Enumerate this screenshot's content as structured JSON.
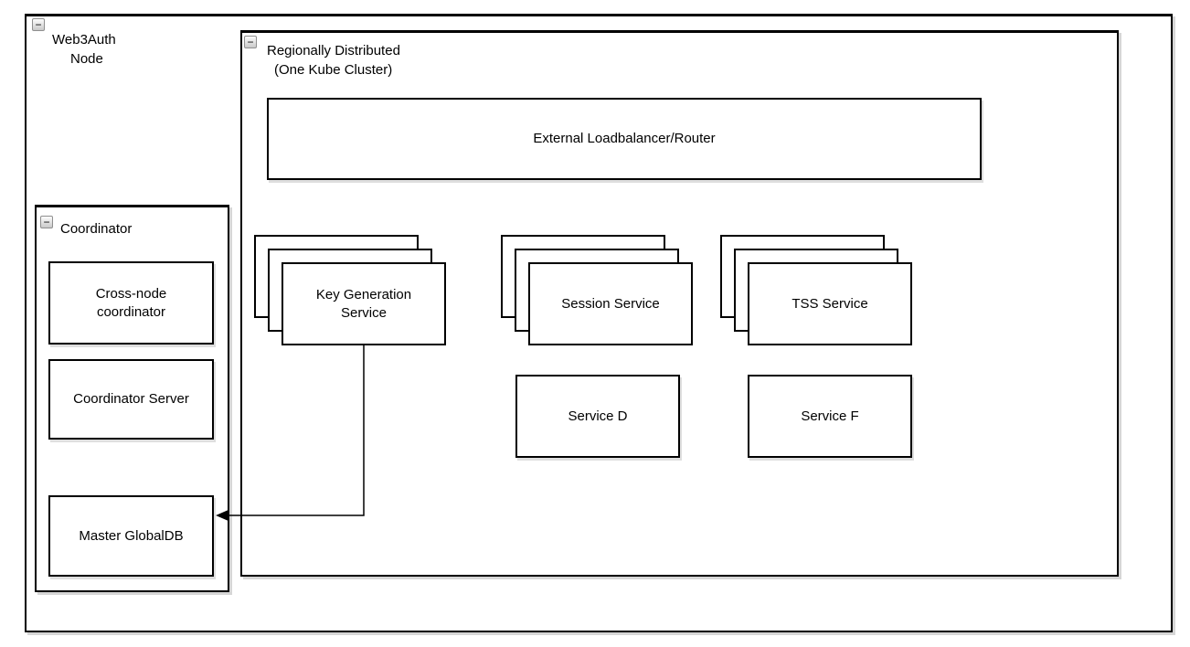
{
  "canvas": {
    "background": "#ffffff",
    "stroke_color": "#000000",
    "shadow_color": "#d9d9d9"
  },
  "icons": {
    "collapse_glyph": "−"
  },
  "web3auth_container": {
    "title_lines": [
      "Web3Auth",
      "Node"
    ]
  },
  "cluster_container": {
    "title_lines": [
      "Regionally Distributed",
      "(One Kube Cluster)"
    ]
  },
  "loadbalancer": {
    "label": "External Loadbalancer/Router"
  },
  "stacks": {
    "keygen": {
      "lines": [
        "Key Generation",
        "Service"
      ],
      "replicas": 3
    },
    "session": {
      "label": "Session Service",
      "replicas": 3
    },
    "tss": {
      "label": "TSS Service",
      "replicas": 3
    }
  },
  "services": {
    "d": {
      "label": "Service D"
    },
    "f": {
      "label": "Service F"
    }
  },
  "coordinator": {
    "title": "Coordinator",
    "crossnode": {
      "lines": [
        "Cross-node",
        "coordinator"
      ]
    },
    "server": {
      "label": "Coordinator Server"
    },
    "masterdb": {
      "label": "Master GlobalDB"
    }
  },
  "edges": [
    {
      "from": "key-generation-service",
      "to": "master-globaldb",
      "style": "orthogonal-arrow"
    }
  ]
}
